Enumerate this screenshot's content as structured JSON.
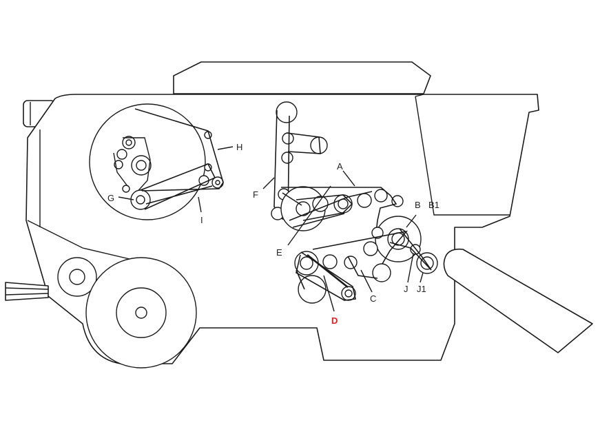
{
  "colors": {
    "line": "#1a1a1a",
    "label": "#222222",
    "highlight": "#e02020"
  },
  "labels": {
    "A": "A",
    "B": "B",
    "B1": "B1",
    "C": "C",
    "D": "D",
    "E": "E",
    "F": "F",
    "G": "G",
    "H": "H",
    "I": "I",
    "J": "J",
    "J1": "J1"
  },
  "highlighted_label": "D"
}
